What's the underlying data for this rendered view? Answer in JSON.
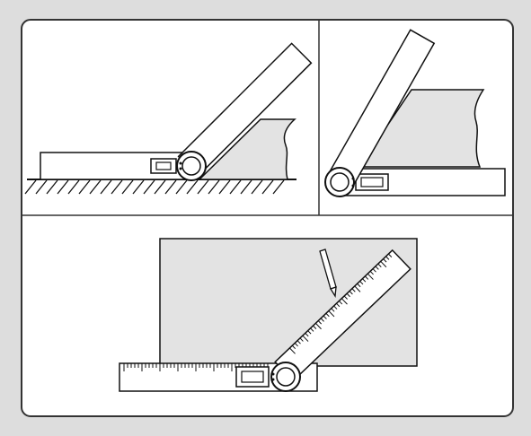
{
  "colors": {
    "background": "#dddddd",
    "frame_fill": "#ffffff",
    "frame_stroke": "#333333",
    "line": "#111111",
    "workpiece_fill": "#e3e3e3",
    "ruler_fill": "#ffffff"
  },
  "panels": [
    {
      "name": "panel-top-left",
      "depicts": "angle-ruler-inside-angle-on-floor"
    },
    {
      "name": "panel-top-right",
      "depicts": "angle-ruler-outside-angle"
    },
    {
      "name": "panel-bottom",
      "depicts": "angle-ruler-marking-line-with-pencil"
    }
  ],
  "icons": [
    "pivot-dial-icon",
    "digital-display-icon",
    "pencil-icon",
    "floor-hatch-icon"
  ]
}
